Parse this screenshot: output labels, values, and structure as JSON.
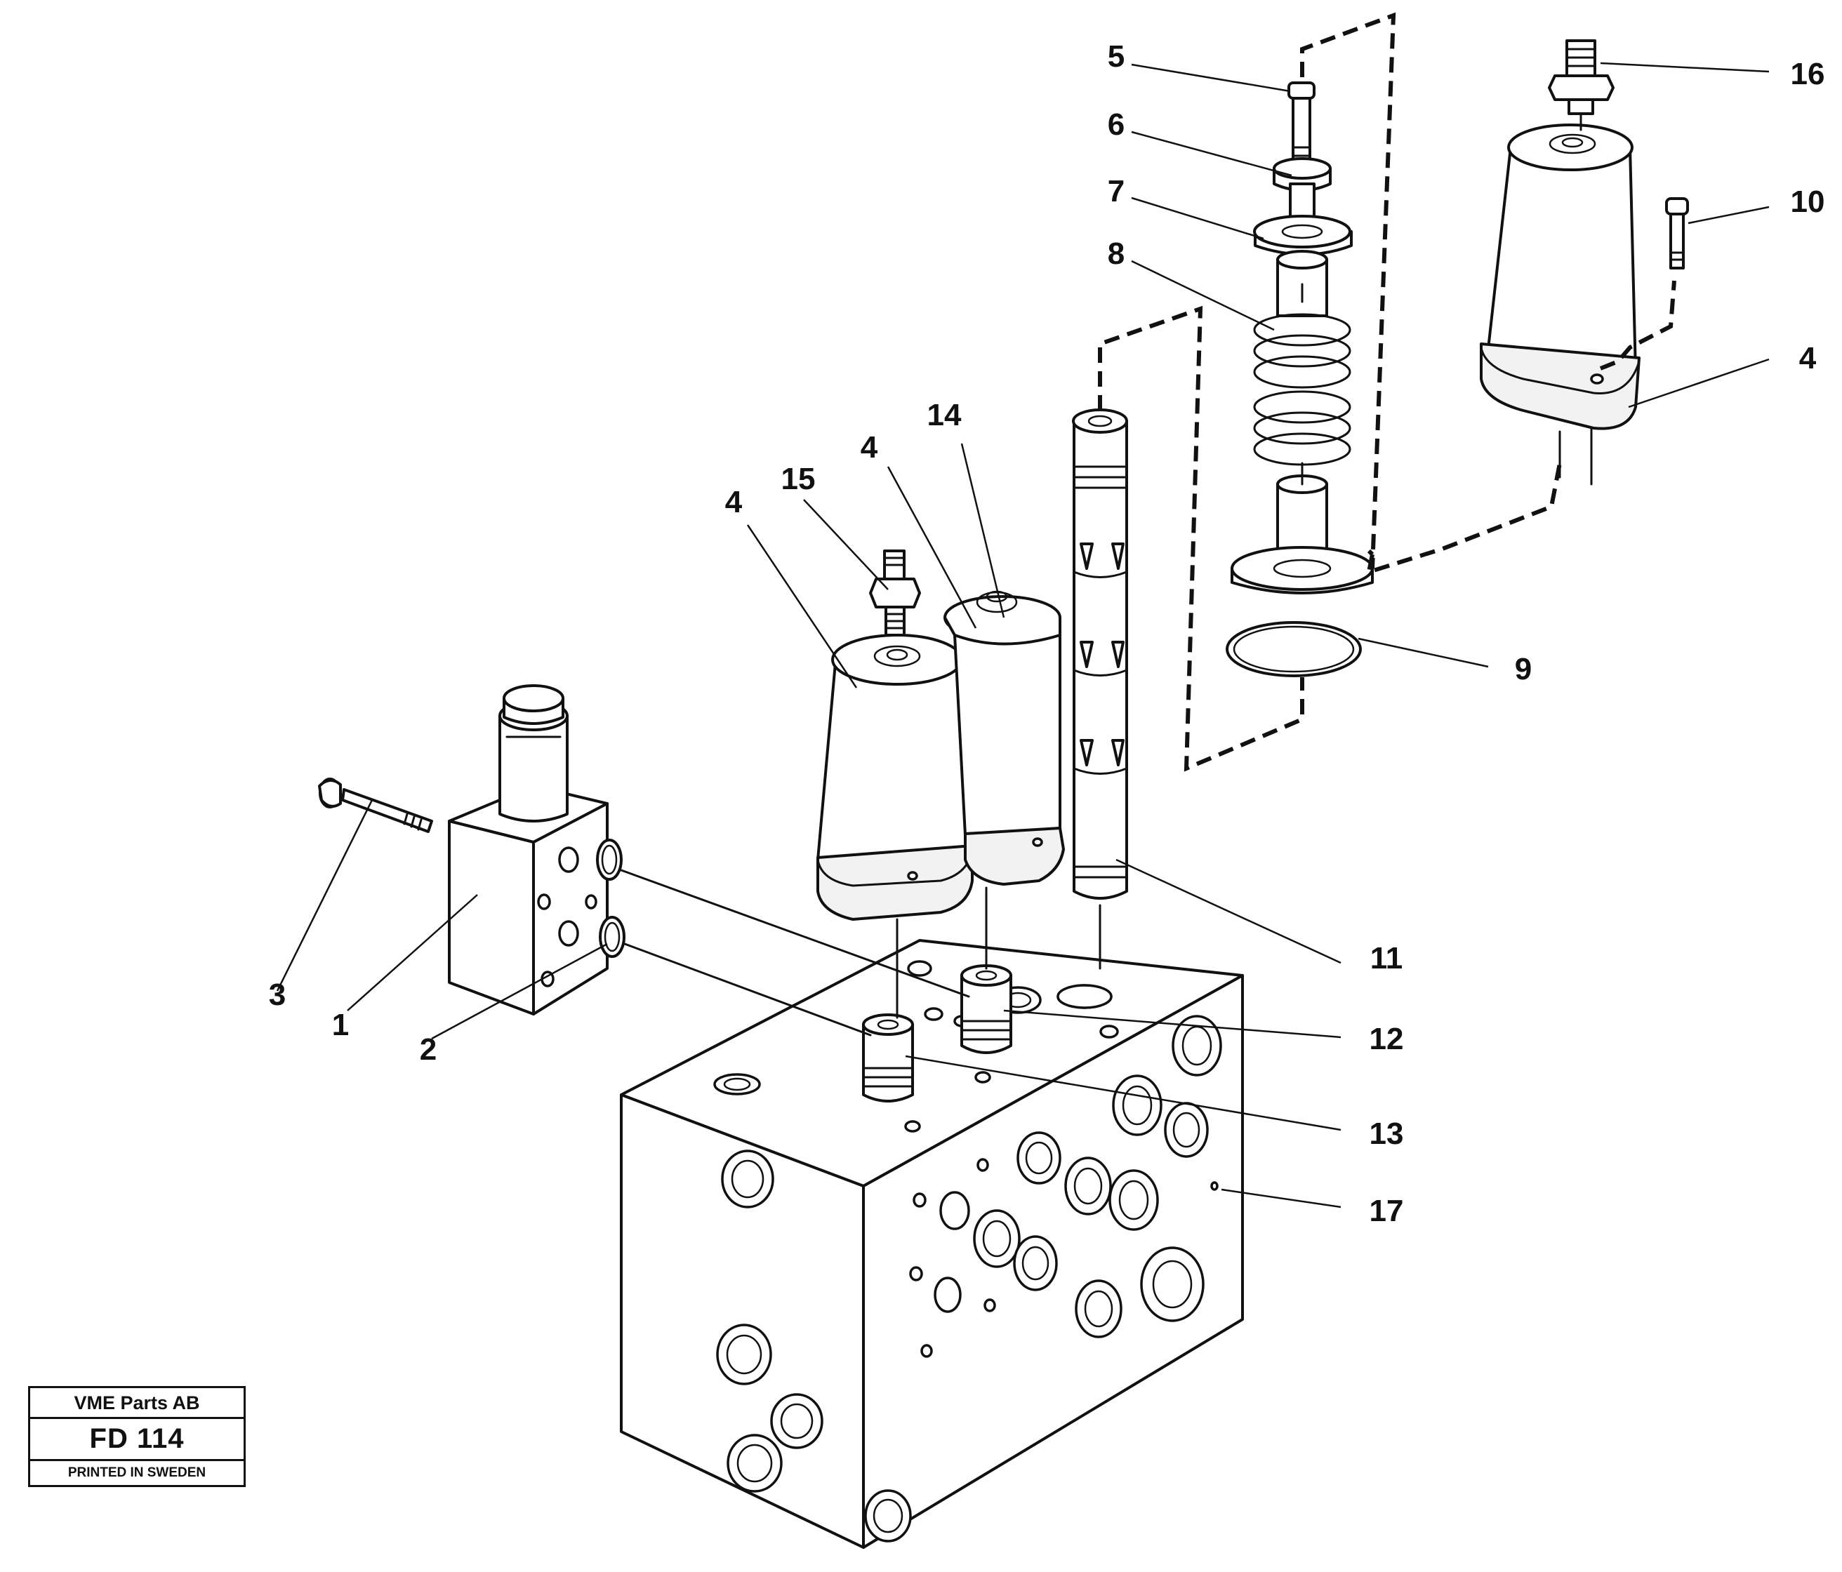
{
  "title_block": {
    "company": "VME Parts AB",
    "code": "FD 114",
    "printed": "PRINTED IN SWEDEN"
  },
  "labels": [
    "1",
    "2",
    "3",
    "4",
    "4",
    "4",
    "4",
    "5",
    "6",
    "7",
    "8",
    "9",
    "10",
    "11",
    "12",
    "13",
    "14",
    "15",
    "16",
    "17"
  ]
}
